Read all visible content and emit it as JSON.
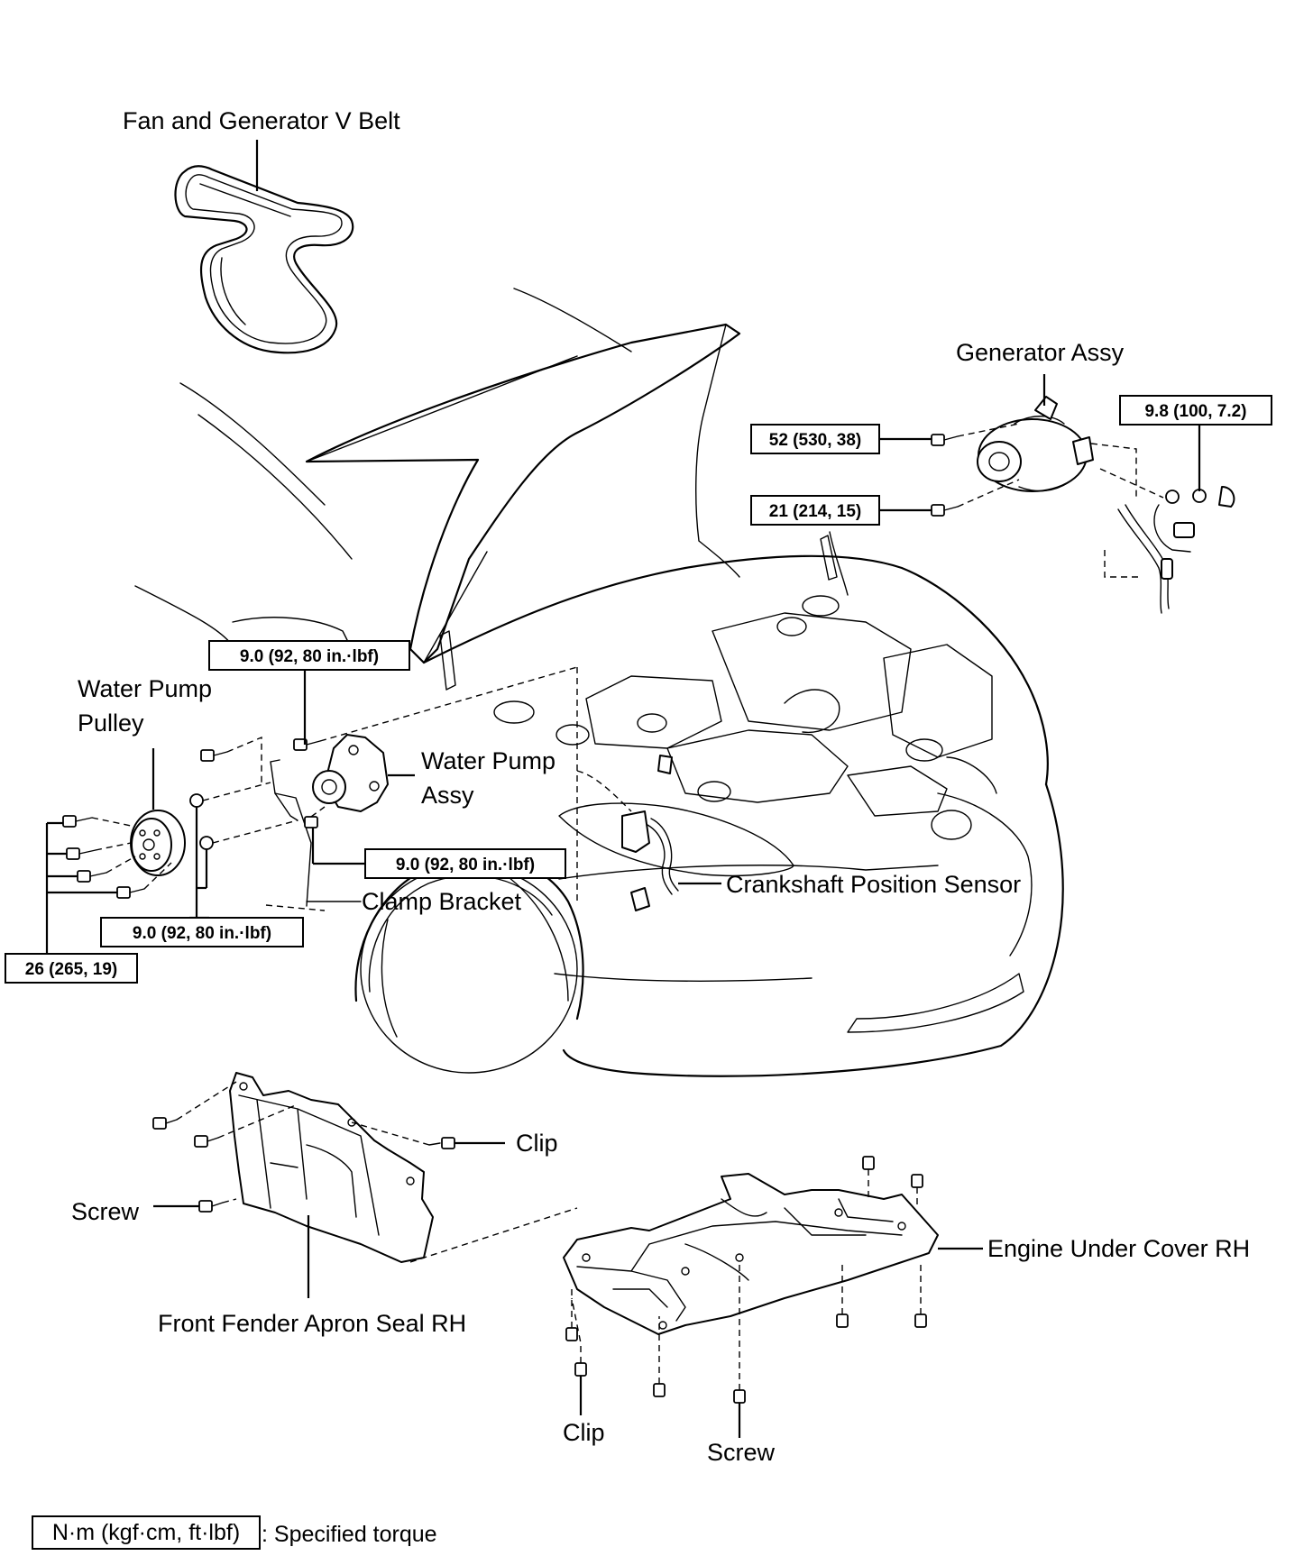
{
  "labels": {
    "fan_belt": "Fan and Generator V Belt",
    "generator": "Generator Assy",
    "water_pump_pulley_line1": "Water Pump",
    "water_pump_pulley_line2": "Pulley",
    "water_pump_assy_line1": "Water Pump",
    "water_pump_assy_line2": "Assy",
    "crankshaft_sensor": "Crankshaft Position Sensor",
    "clamp_bracket": "Clamp Bracket",
    "clip_upper": "Clip",
    "screw_left": "Screw",
    "apron_seal": "Front Fender Apron Seal RH",
    "under_cover": "Engine Under Cover RH",
    "clip_lower": "Clip",
    "screw_lower": "Screw"
  },
  "torques": {
    "gen_top": "52 (530, 38)",
    "gen_bottom": "21 (214, 15)",
    "gen_terminal": "9.8 (100, 7.2)",
    "pump_top": "9.0 (92, 80 in.·lbf)",
    "pump_clamp": "9.0 (92, 80 in.·lbf)",
    "pump_lower": "9.0 (92, 80 in.·lbf)",
    "pulley": "26 (265, 19)"
  },
  "legend": {
    "unit_box": "N·m (kgf·cm, ft·lbf)",
    "description": ": Specified torque"
  }
}
